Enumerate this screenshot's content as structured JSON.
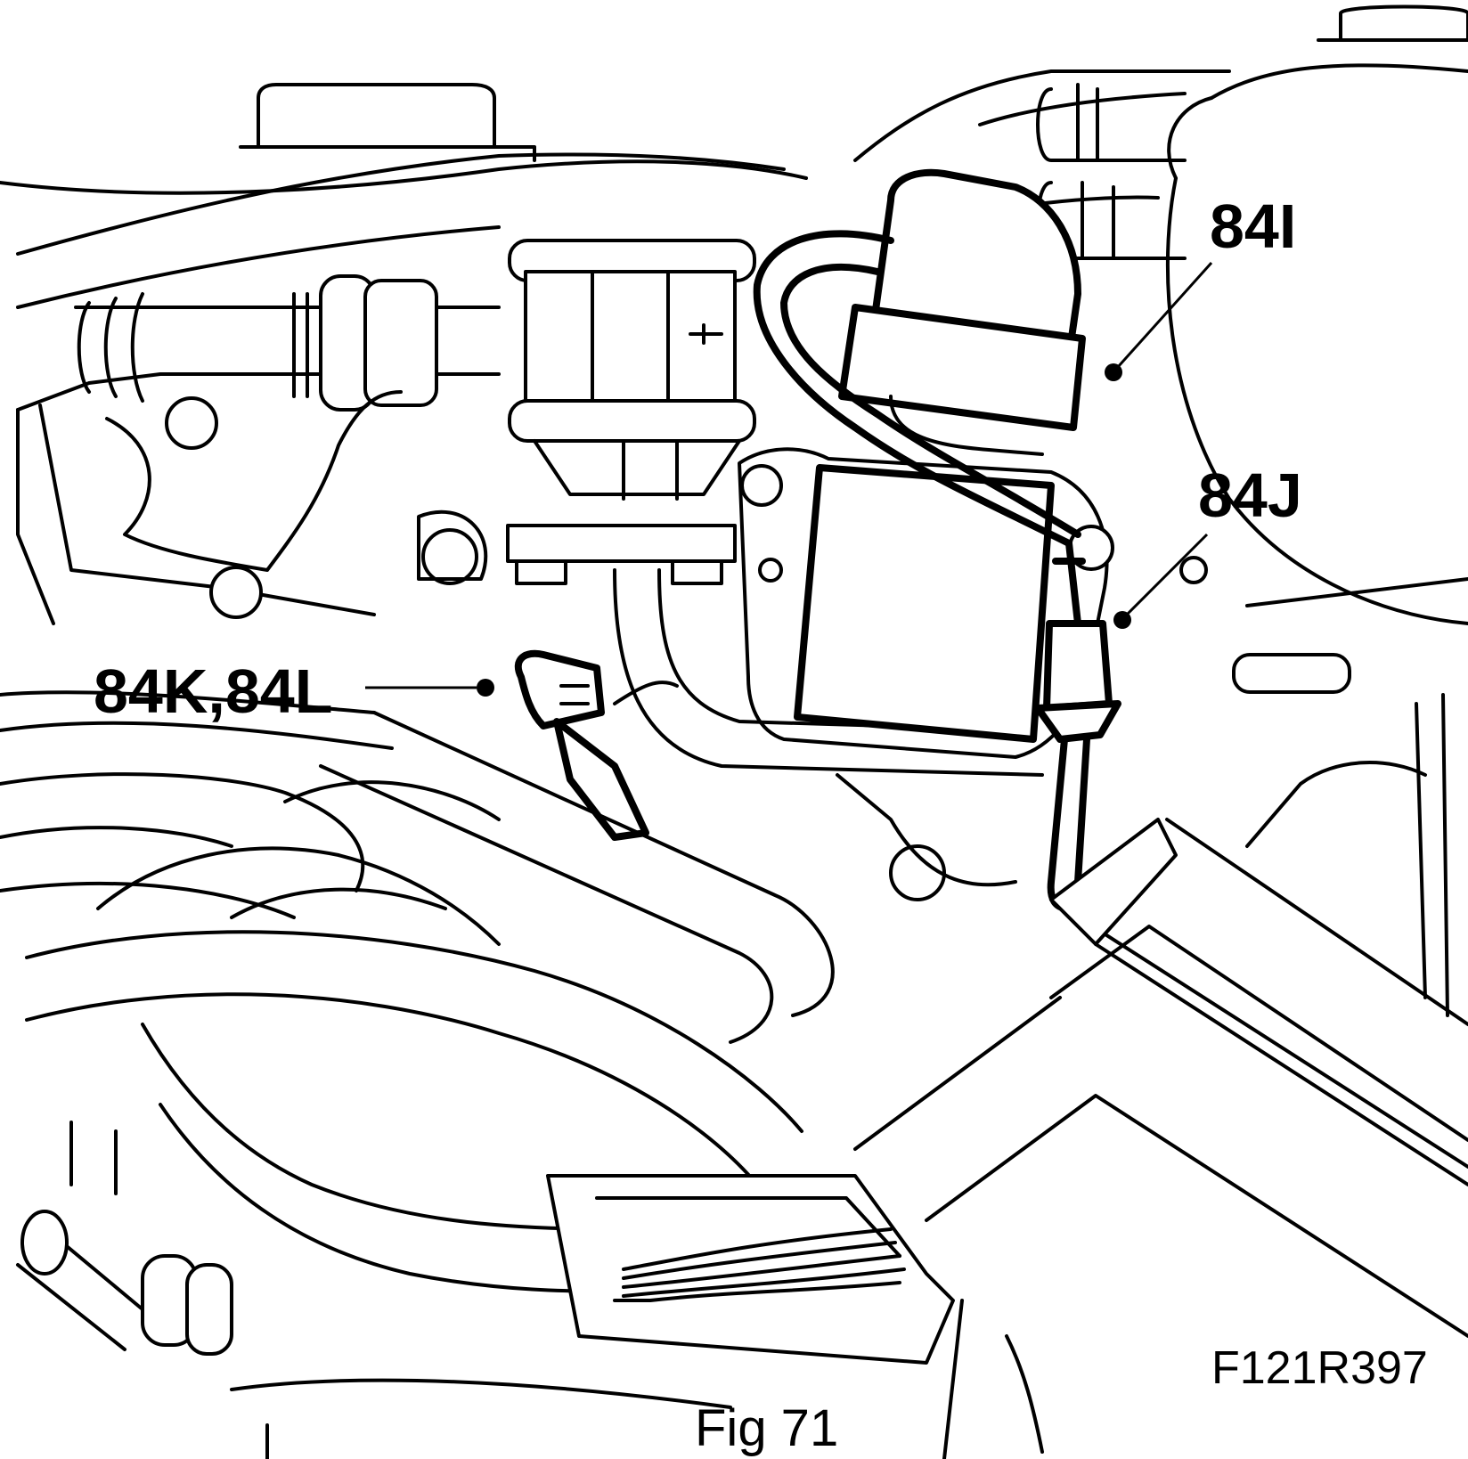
{
  "figure": {
    "caption": "Fig 71",
    "reference_code": "F121R397"
  },
  "callouts": [
    {
      "id": "84I",
      "label": "84I"
    },
    {
      "id": "84J",
      "label": "84J"
    },
    {
      "id": "84K84L",
      "label": "84K,84L"
    }
  ],
  "colors": {
    "line": "#000000",
    "background": "#ffffff"
  }
}
